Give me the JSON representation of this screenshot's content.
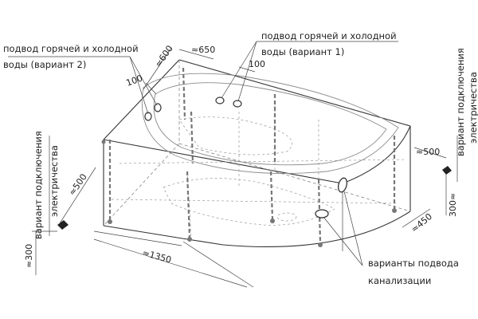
{
  "labels": {
    "water_v2": [
      "подвод горячей и холодной",
      "воды (вариант 2)"
    ],
    "water_v1": [
      "подвод горячей и холодной",
      "воды (вариант 1)"
    ],
    "electric_left": [
      "вариант подключения",
      "электричества"
    ],
    "electric_right": [
      "вариант подключения",
      "электричества"
    ],
    "drain": [
      "варианты подвода",
      "канализации"
    ]
  },
  "dimensions": {
    "d600": "≈600",
    "d650": "≈650",
    "d100_left": "100",
    "d100_right": "100",
    "d500_left": "≈500",
    "d500_right": "≈500",
    "d300_left": "≈300",
    "d300_right": "300≈",
    "d450": "≈450",
    "d1350": "≈1350"
  }
}
